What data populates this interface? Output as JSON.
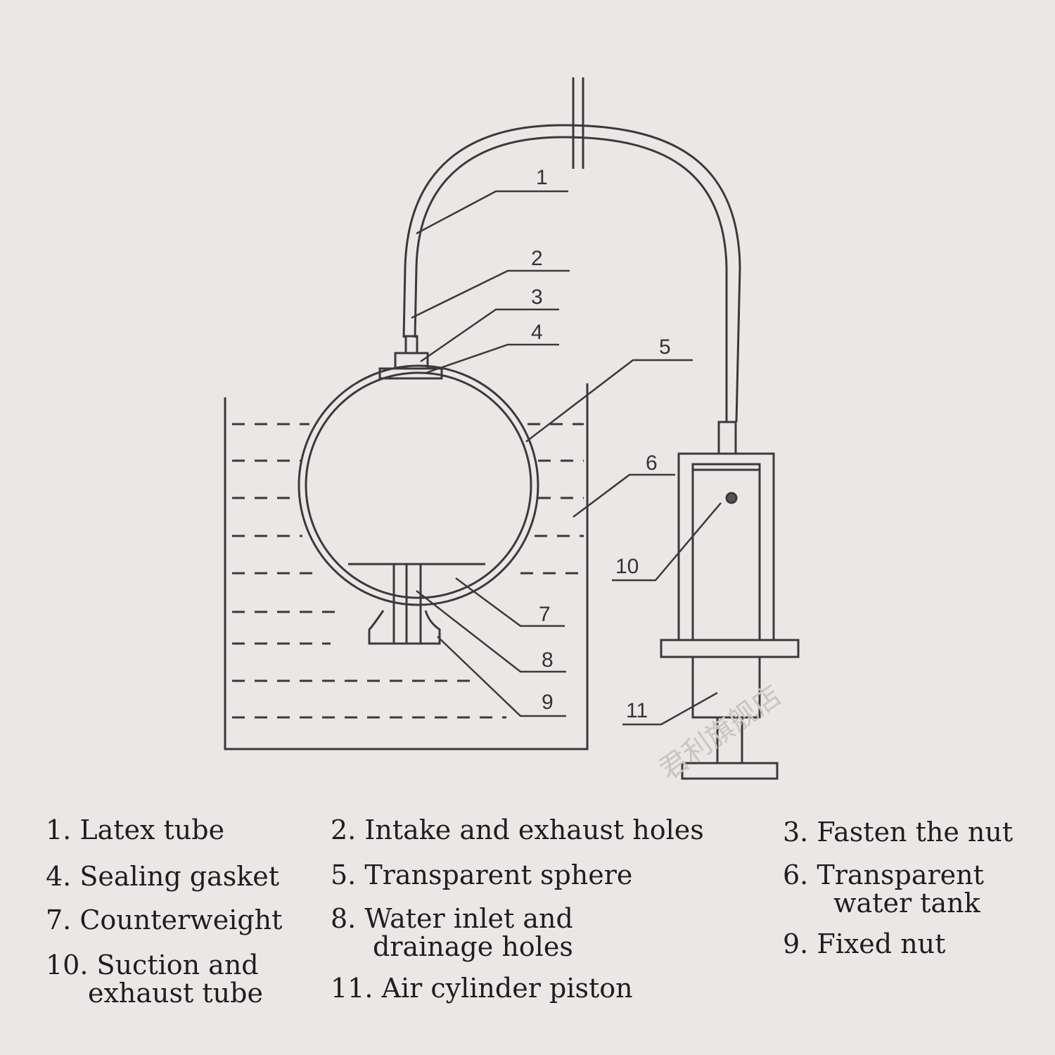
{
  "callouts": [
    "1",
    "2",
    "3",
    "4",
    "5",
    "6",
    "7",
    "8",
    "9",
    "10",
    "11"
  ],
  "legend": [
    {
      "num": "1.",
      "text": "Latex tube"
    },
    {
      "num": "2.",
      "text": "Intake and exhaust holes"
    },
    {
      "num": "3.",
      "text": "Fasten the nut"
    },
    {
      "num": "4.",
      "text": "Sealing gasket"
    },
    {
      "num": "5.",
      "text": "Transparent sphere"
    },
    {
      "num": "6.",
      "text": "Transparent",
      "text2": "water tank"
    },
    {
      "num": "7.",
      "text": "Counterweight"
    },
    {
      "num": "8.",
      "text": "Water inlet and",
      "text2": "drainage holes"
    },
    {
      "num": "9.",
      "text": "Fixed nut"
    },
    {
      "num": "10.",
      "text": "Suction and",
      "text2": "exhaust tube"
    },
    {
      "num": "11.",
      "text": "Air cylinder piston"
    }
  ],
  "watermark": "君利旗舰店"
}
